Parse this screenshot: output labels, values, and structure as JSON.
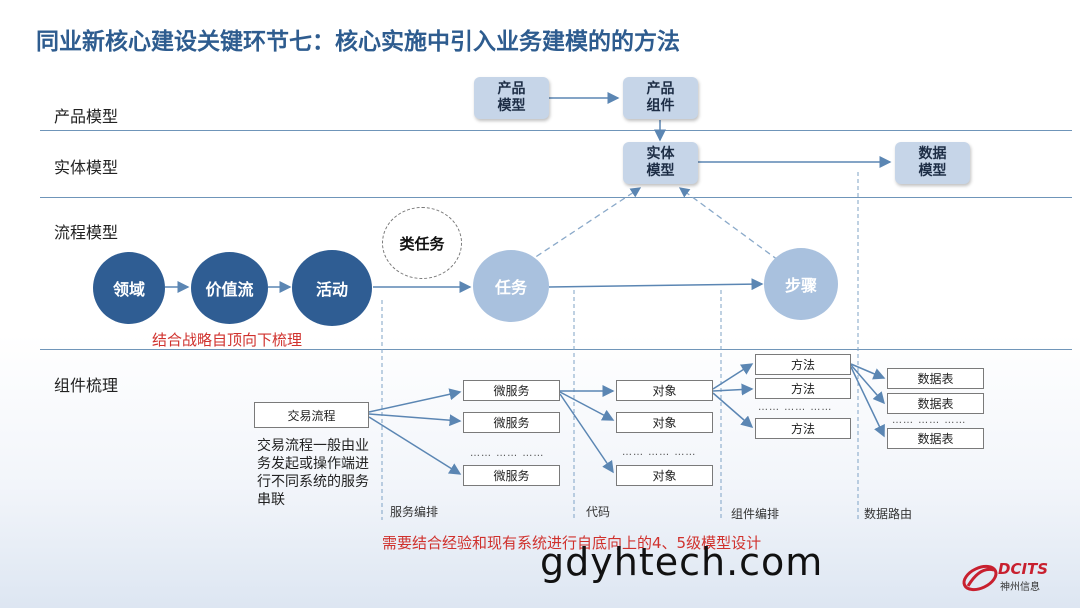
{
  "title": "同业新核心建设关键环节七：核心实施中引入业务建模的的方法",
  "rows": {
    "product": "产品模型",
    "entity": "实体模型",
    "process": "流程模型",
    "component": "组件梳理"
  },
  "boxes": {
    "product_model": "产品\n模型",
    "product_component": "产品\n组件",
    "entity_model": "实体\n模型",
    "data_model": "数据\n模型"
  },
  "process_nodes": {
    "domain": "领域",
    "value_stream": "价值流",
    "activity": "活动",
    "task_class": "类任务",
    "task": "任务",
    "step": "步骤"
  },
  "top_down_note": "结合战略自顶向下梳理",
  "components": {
    "transaction_flow": "交易流程",
    "transaction_desc": "交易流程一般由业务发起或操作端进行不同系统的服务串联",
    "microservices": [
      "微服务",
      "微服务",
      "微服务"
    ],
    "objects": [
      "对象",
      "对象",
      "对象"
    ],
    "methods": [
      "方法",
      "方法",
      "方法"
    ],
    "tables": [
      "数据表",
      "数据表",
      "数据表"
    ],
    "ellipsis": "…… …… ……"
  },
  "columns": {
    "service_orchestration": "服务编排",
    "code": "代码",
    "component_orchestration": "组件编排",
    "data_routing": "数据路由"
  },
  "bottom_up_note": "需要结合经验和现有系统进行自底向上的4、5级模型设计",
  "watermark": "gdyhtech.com",
  "logo": {
    "name": "DCITS",
    "subtitle": "神州信息"
  },
  "colors": {
    "title": "#2e5c8f",
    "dark_circle": "#2f5d93",
    "light_circle": "#a9c1de",
    "gray_box": "#c6d5e8",
    "red_text": "#d0312d",
    "arrow": "#5b86b3"
  }
}
